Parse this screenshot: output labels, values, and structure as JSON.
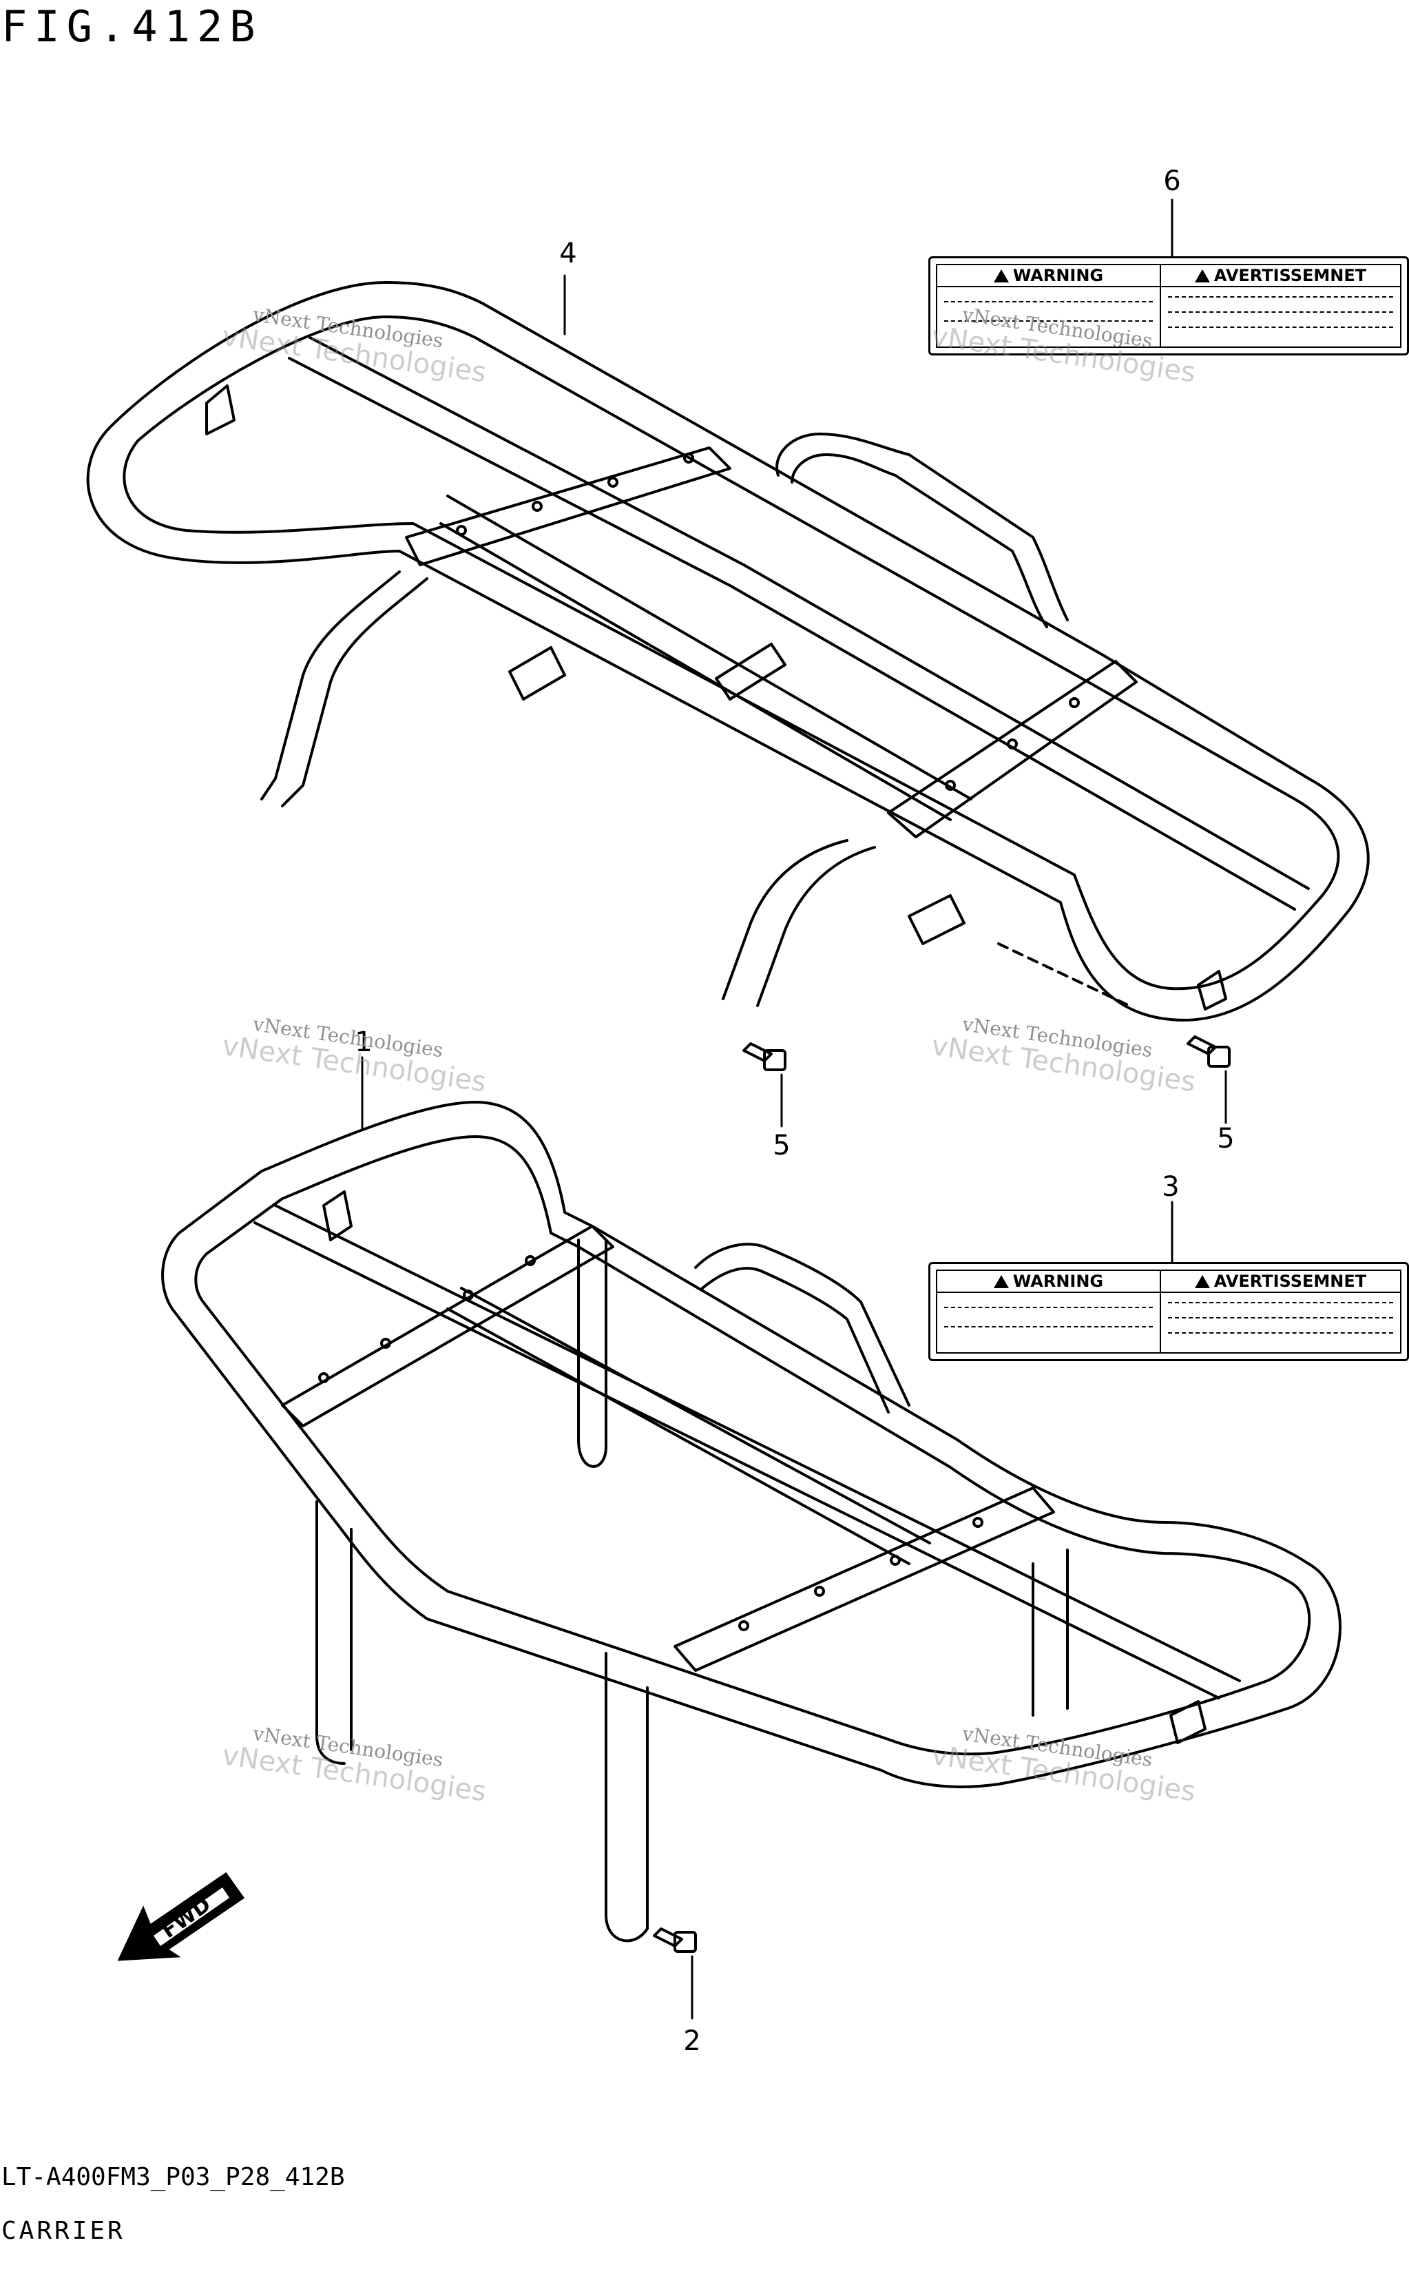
{
  "figure": {
    "title": "FIG.412B",
    "model_code": "LT-A400FM3_P03_P28_412B",
    "caption": "CARRIER"
  },
  "callouts": [
    {
      "id": "c6",
      "number": "6",
      "part": "warning label (upper)"
    },
    {
      "id": "c4",
      "number": "4",
      "part": "front carrier"
    },
    {
      "id": "c5a",
      "number": "5",
      "part": "bolt (left)"
    },
    {
      "id": "c5b",
      "number": "5",
      "part": "bolt (right)"
    },
    {
      "id": "c3",
      "number": "3",
      "part": "warning label (lower)"
    },
    {
      "id": "c1",
      "number": "1",
      "part": "rear carrier"
    },
    {
      "id": "c2",
      "number": "2",
      "part": "bolt"
    }
  ],
  "labels": {
    "upper": {
      "warning": "WARNING",
      "avertissement": "AVERTISSEMNET"
    },
    "lower": {
      "warning": "WARNING",
      "avertissement": "AVERTISSEMNET"
    }
  },
  "direction_arrow": {
    "text": "FWD"
  },
  "watermark": {
    "line1": "vNext Technologies",
    "line2": "vNext Technologies"
  },
  "colors": {
    "line": "#000000",
    "watermark": "#8f8f8f",
    "background": "#ffffff"
  }
}
